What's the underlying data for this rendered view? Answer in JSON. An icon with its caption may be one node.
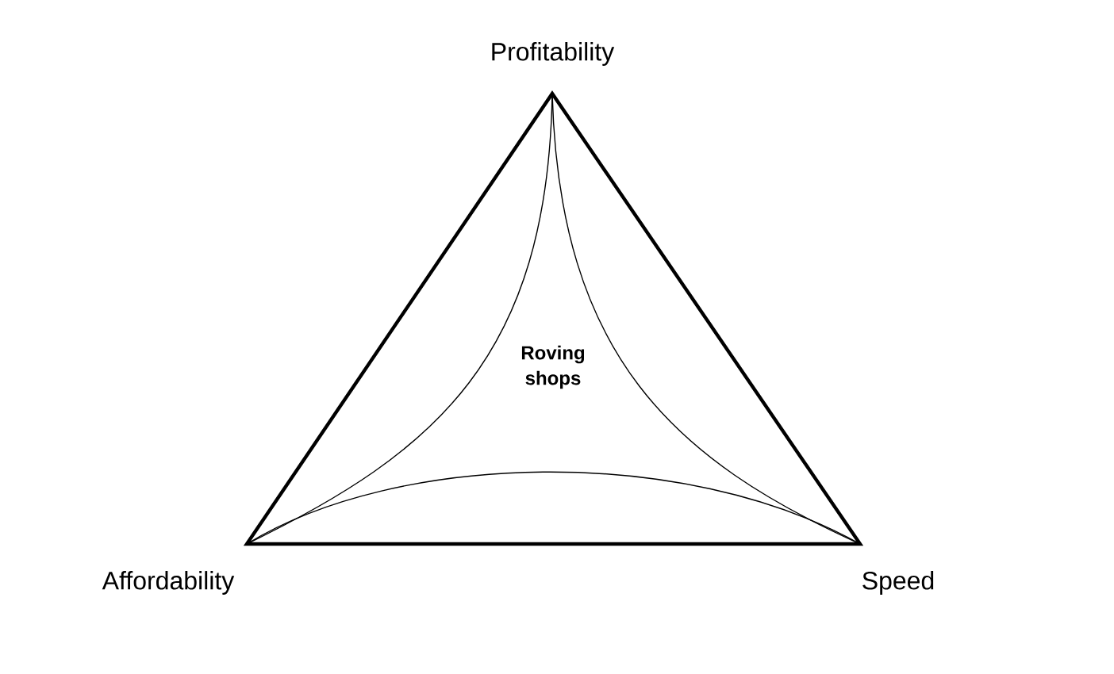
{
  "diagram": {
    "labels": [
      "Profitability",
      "Roving shops",
      "Affordability",
      "Speed"
    ]
  }
}
